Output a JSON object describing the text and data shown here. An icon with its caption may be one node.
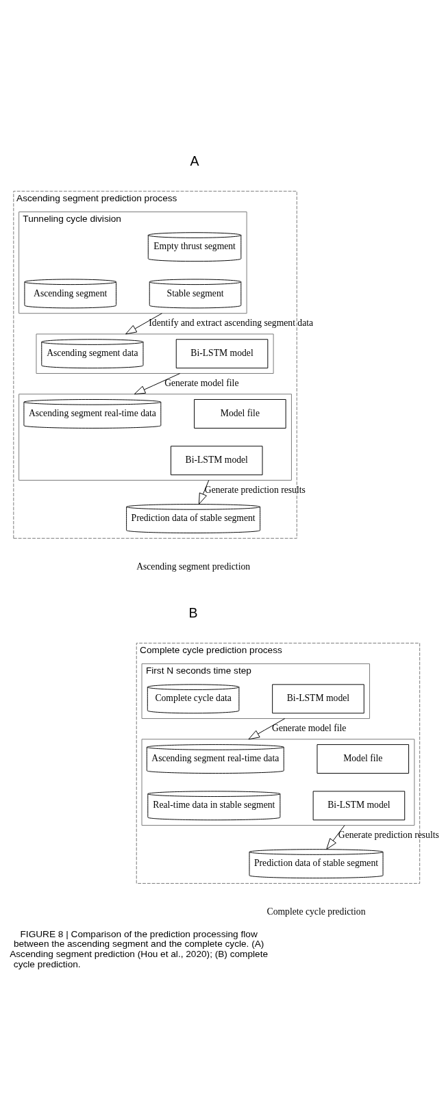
{
  "diagram": {
    "caption": "FIGURE 8 | Comparison of the prediction processing flow between the ascending segment and the complete cycle. (A) Ascending segment prediction (Hou et al., 2020); (B) complete cycle prediction.",
    "nodes": [
      {
        "text": [
          "Ascending segment prediction process"
        ],
        "beside": [
          "Ascending segment prediction"
        ]
      },
      {
        "text": [
          "Tunneling cycle division"
        ],
        "in": 0
      },
      {
        "text": [
          "Empty thrust segment"
        ],
        "in": 1
      },
      {
        "text": [
          "Ascending segment"
        ],
        "in": 1
      },
      {
        "text": [
          "Stable segment"
        ],
        "in": 1
      },
      {
        "text": [],
        "shape": "box",
        "in": 0
      },
      {
        "text": [
          "Ascending segment data"
        ],
        "in": 5
      },
      {
        "text": [
          "Bi-LSTM model"
        ],
        "in": 5
      },
      {
        "text": [],
        "shape": "box",
        "in": 0
      },
      {
        "text": [
          "Ascending segment real-time data"
        ],
        "in": 8
      },
      {
        "text": [
          "Model file"
        ],
        "in": 8
      },
      {
        "text": [
          "Bi-LSTM model"
        ],
        "in": 8
      },
      {
        "text": [
          "Prediction data of stable segment"
        ],
        "in": 0
      },
      {
        "text": [
          "Complete cycle prediction process"
        ],
        "beside": [
          "Complete cycle prediction"
        ]
      },
      {
        "text": [
          "First N seconds time step"
        ],
        "in": 13
      },
      {
        "text": [
          "Complete cycle data"
        ],
        "in": 14
      },
      {
        "text": [
          "Bi-LSTM model"
        ],
        "in": 14
      },
      {
        "text": [],
        "shape": "box",
        "in": 13
      },
      {
        "text": [
          "Ascending segment real-time data"
        ],
        "in": 17
      },
      {
        "text": [
          "Model file"
        ],
        "in": 17
      },
      {
        "text": [
          "Real-time data in stable segment"
        ],
        "in": 17
      },
      {
        "text": [
          "Bi-LSTM model"
        ],
        "in": 17
      },
      {
        "text": [
          "Prediction data of stable segment"
        ],
        "in": 13
      }
    ],
    "edges": [
      {
        "from": 1,
        "to": 5,
        "arrow": "to",
        "label": "Identify and extract ascending segment data"
      },
      {
        "from": 5,
        "to": 8,
        "arrow": "to",
        "label": "Generate model file"
      },
      {
        "from": 8,
        "to": 12,
        "arrow": "to",
        "label": "Generate prediction results"
      },
      {
        "from": 14,
        "to": 17,
        "arrow": "to",
        "label": "Generate model file"
      },
      {
        "from": 17,
        "to": 22,
        "arrow": "to",
        "label": "Generate prediction results"
      }
    ],
    "labels": [
      "A",
      "B"
    ]
  }
}
